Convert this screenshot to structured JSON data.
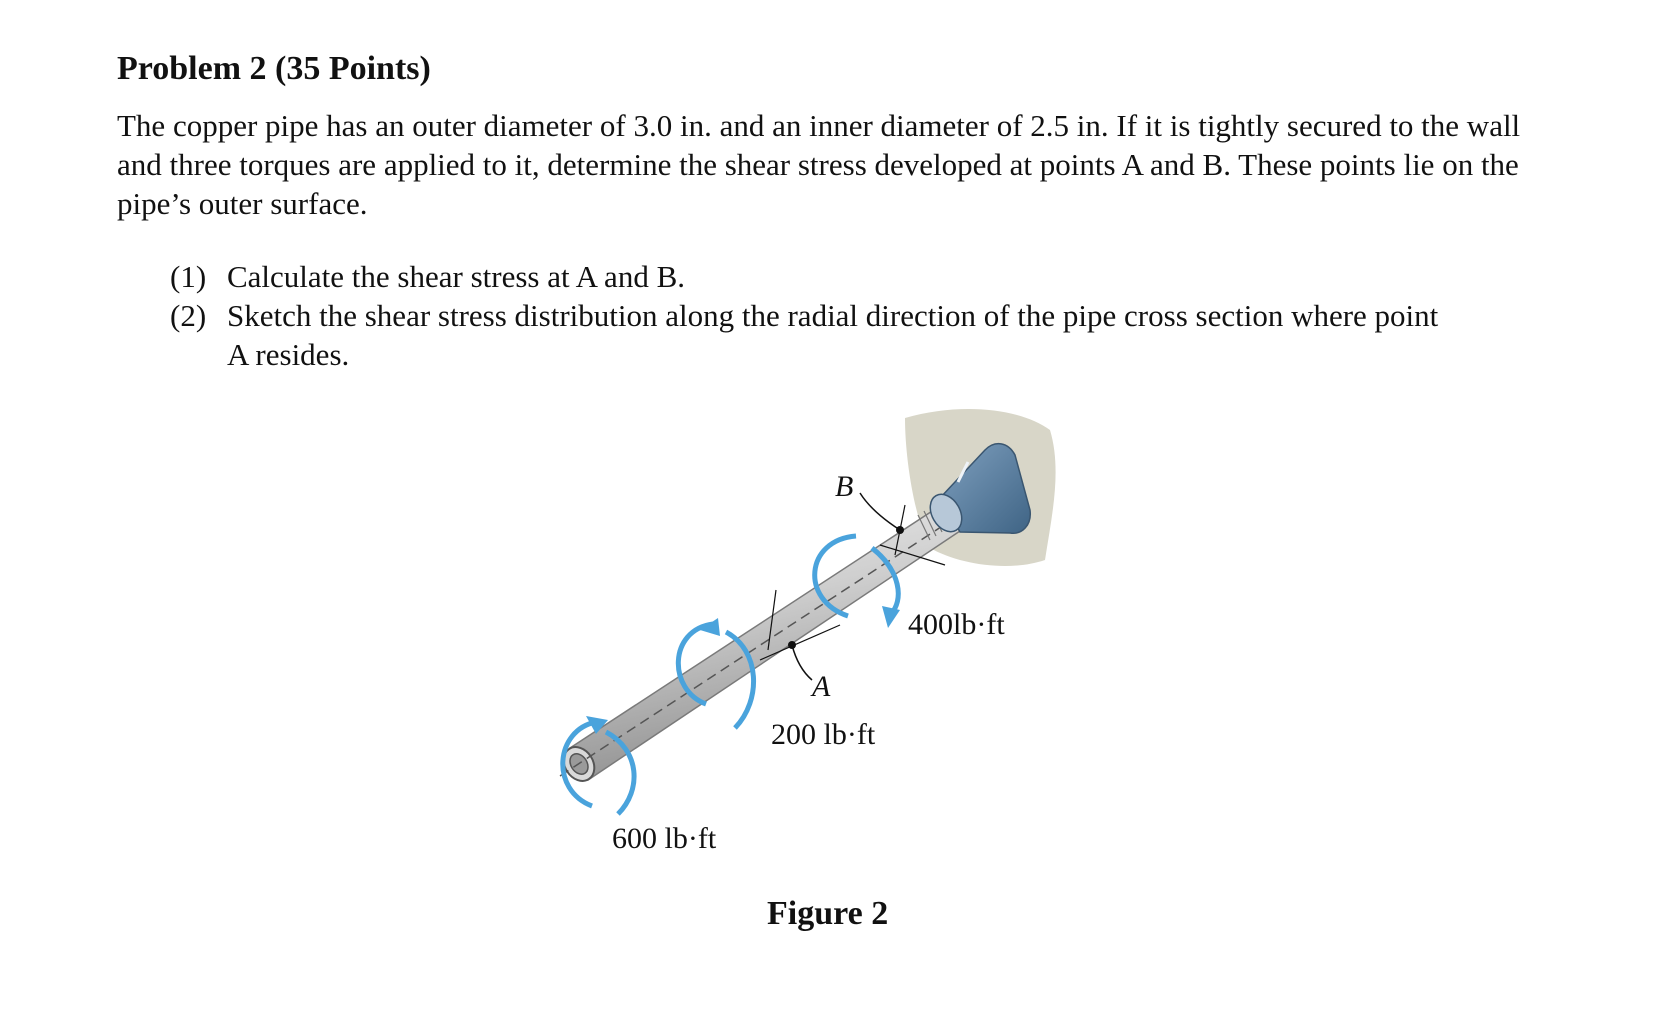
{
  "problem": {
    "title": "Problem 2 (35 Points)",
    "statement": "The copper pipe has an outer diameter of 3.0 in. and an inner diameter of 2.5 in. If it is tightly secured to the wall and three torques are applied to it, determine the shear stress developed at points A and B. These points lie on the pipe’s outer surface.",
    "questions": [
      {
        "num": "(1)",
        "text": "Calculate the shear stress at A and B."
      },
      {
        "num": "(2)",
        "text": "Sketch the shear stress distribution along the radial direction of the pipe cross section where point",
        "continuation": "A resides."
      }
    ]
  },
  "figure": {
    "labels": {
      "point_b": "B",
      "point_a": "A",
      "torque_400": "400lb·ft",
      "torque_200": "200 lb·ft",
      "torque_600": "600 lb·ft"
    },
    "caption": "Figure 2",
    "colors": {
      "torque_arrow": "#4aa3dc",
      "pipe": "#bdbdbd",
      "wall": "#d8d6c8",
      "fitting": "#5a7fa0"
    }
  }
}
